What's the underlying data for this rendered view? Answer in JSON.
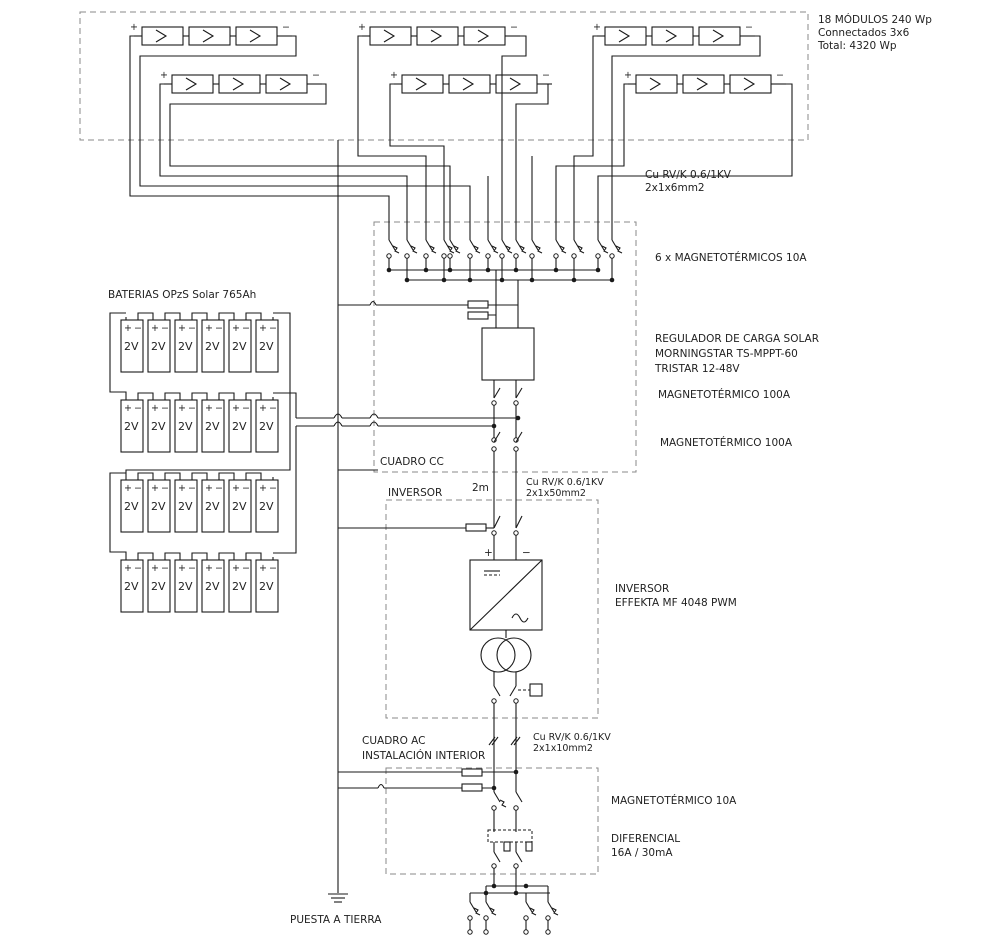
{
  "pv_array": {
    "modules_line": "18 MÓDULOS  240 Wp",
    "connected_line": "Connectados  3x6",
    "total_line": "Total:  4320 Wp",
    "plus": "+",
    "minus": "−"
  },
  "pv_cable": {
    "line1": "Cu RV/K 0.6/1KV",
    "line2": "2x1x6mm2"
  },
  "breakers_pv": "6 x MAGNETOTÉRMICOS 10A",
  "batteries": {
    "title": "BATERIAS  OPzS  Solar 765Ah",
    "cell_voltage": "2V"
  },
  "regulator": {
    "line1": "REGULADOR DE CARGA SOLAR",
    "line2": "MORNINGSTAR TS-MPPT-60",
    "line3": "TRISTAR 12-48V"
  },
  "breaker_100a_1": "MAGNETOTÉRMICO 100A",
  "breaker_100a_2": "MAGNETOTÉRMICO 100A",
  "cuadro_cc": "CUADRO CC",
  "inversor_box": "INVERSOR",
  "distance": "2m",
  "dc_cable": {
    "line1": "Cu RV/K 0.6/1KV",
    "line2": "2x1x50mm2"
  },
  "inverter": {
    "line1": "INVERSOR",
    "line2": "EFFEKTA MF 4048 PWM"
  },
  "ac_cable": {
    "line1": "Cu RV/K 0.6/1KV",
    "line2": "2x1x10mm2"
  },
  "cuadro_ac": {
    "line1": "CUADRO AC",
    "line2": "INSTALACIÓN INTERIOR"
  },
  "breaker_10a": "MAGNETOTÉRMICO  10A",
  "differential": {
    "line1": "DIFERENCIAL",
    "line2": "16A / 30mA"
  },
  "ground": "PUESTA A TIERRA"
}
